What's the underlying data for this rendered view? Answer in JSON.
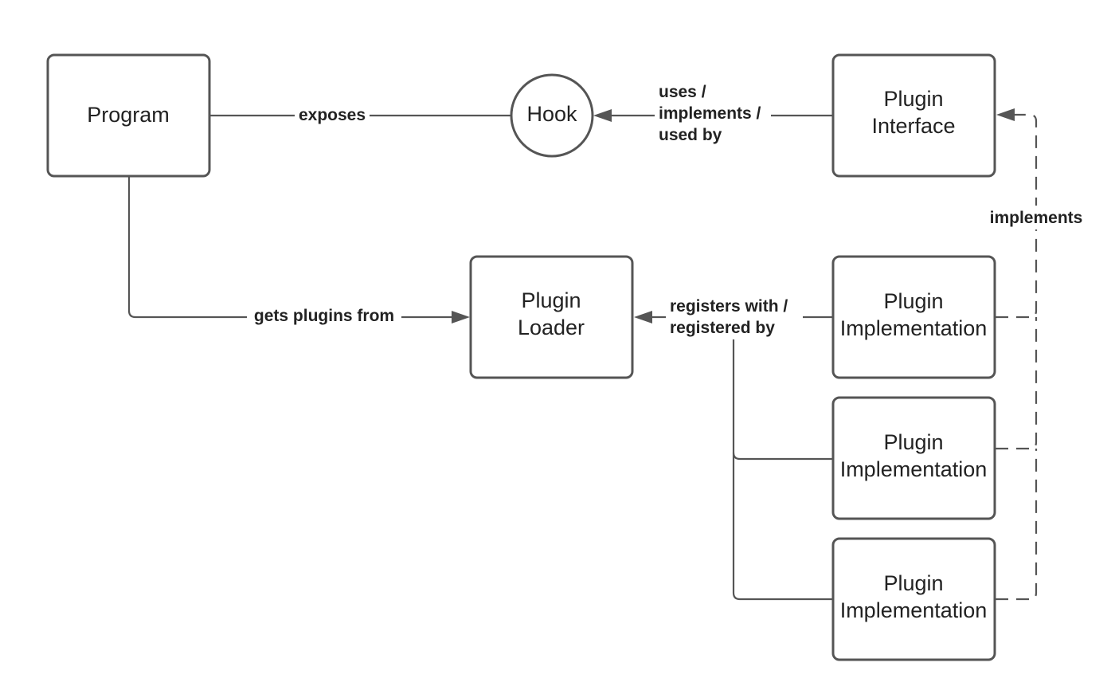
{
  "nodes": {
    "program": {
      "label": "Program"
    },
    "hook": {
      "label": "Hook"
    },
    "plugin_interface": {
      "line1": "Plugin",
      "line2": "Interface"
    },
    "plugin_loader": {
      "line1": "Plugin",
      "line2": "Loader"
    },
    "impl_1": {
      "line1": "Plugin",
      "line2": "Implementation"
    },
    "impl_2": {
      "line1": "Plugin",
      "line2": "Implementation"
    },
    "impl_3": {
      "line1": "Plugin",
      "line2": "Implementation"
    }
  },
  "edges": {
    "exposes": "exposes",
    "uses": {
      "line1": "uses /",
      "line2": "implements /",
      "line3": "used by"
    },
    "gets_plugins_from": "gets plugins from",
    "registers": {
      "line1": "registers with /",
      "line2": "registered by"
    },
    "implements": "implements"
  },
  "colors": {
    "stroke": "#555555",
    "text": "#222222",
    "background": "#ffffff"
  }
}
